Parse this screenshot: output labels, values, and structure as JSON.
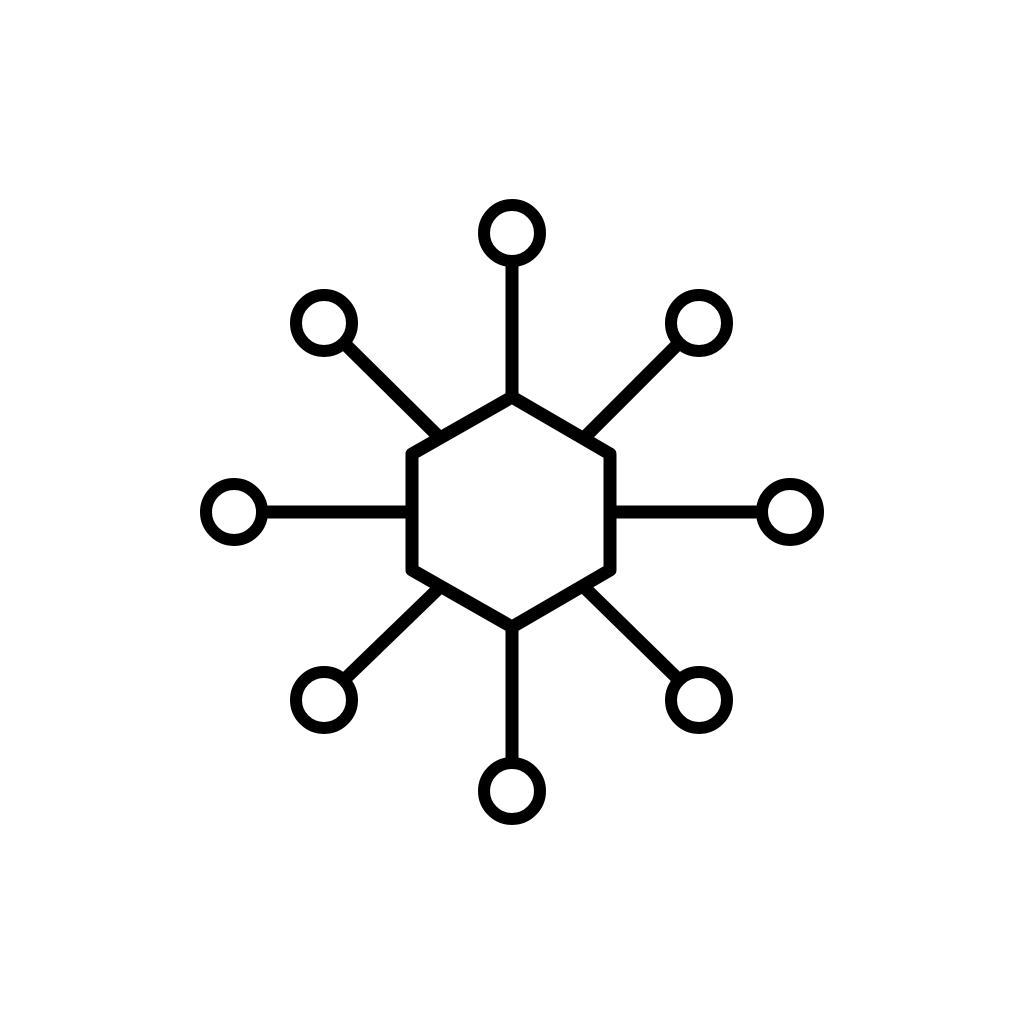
{
  "icon": {
    "name": "network-hub-icon",
    "stroke_color": "#000000",
    "background_color": "#ffffff",
    "hub_shape": "hexagon",
    "spoke_count": 8,
    "spokes": [
      {
        "name": "north",
        "direction": "up"
      },
      {
        "name": "northeast",
        "direction": "up-right"
      },
      {
        "name": "east",
        "direction": "right"
      },
      {
        "name": "southeast",
        "direction": "down-right"
      },
      {
        "name": "south",
        "direction": "down"
      },
      {
        "name": "southwest",
        "direction": "down-left"
      },
      {
        "name": "west",
        "direction": "left"
      },
      {
        "name": "northwest",
        "direction": "up-left"
      }
    ]
  }
}
